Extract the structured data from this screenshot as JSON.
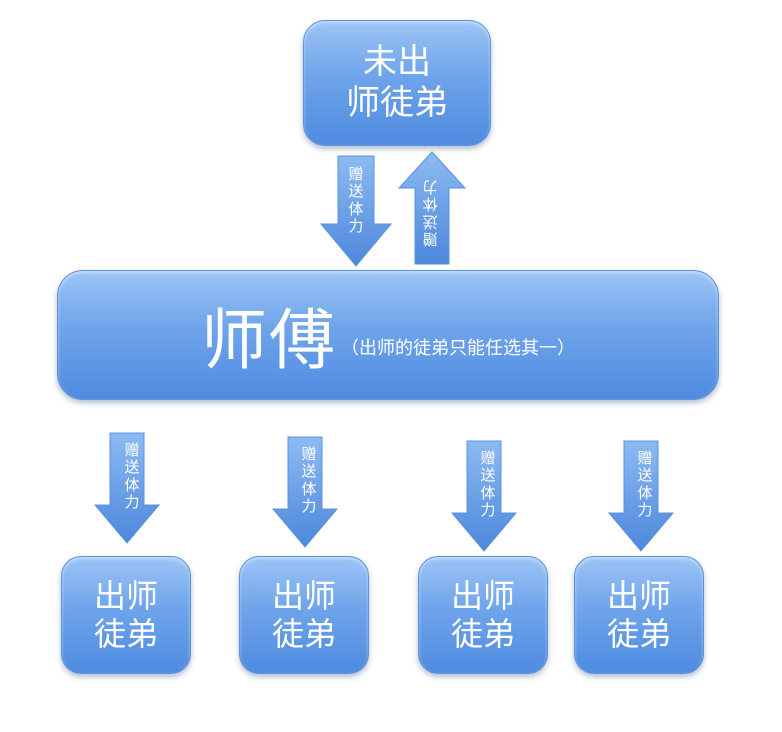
{
  "nodes": {
    "top": {
      "line1": "未出",
      "line2": "师徒弟"
    },
    "master": {
      "title": "师傅",
      "note": "（出师的徒弟只能任选其一）"
    },
    "disciples": [
      {
        "line1": "出师",
        "line2": "徒弟"
      },
      {
        "line1": "出师",
        "line2": "徒弟"
      },
      {
        "line1": "出师",
        "line2": "徒弟"
      },
      {
        "line1": "出师",
        "line2": "徒弟"
      }
    ]
  },
  "arrows": {
    "top_down": {
      "label": "赠送体力"
    },
    "top_up": {
      "label": "赠送体力"
    },
    "bottom": [
      {
        "label": "赠送体力"
      },
      {
        "label": "赠送体力"
      },
      {
        "label": "赠送体力"
      },
      {
        "label": "赠送体力"
      }
    ]
  },
  "colors": {
    "box_fill": "#6ea4ea",
    "box_border": "#5e93dc",
    "text": "#ffffff"
  }
}
